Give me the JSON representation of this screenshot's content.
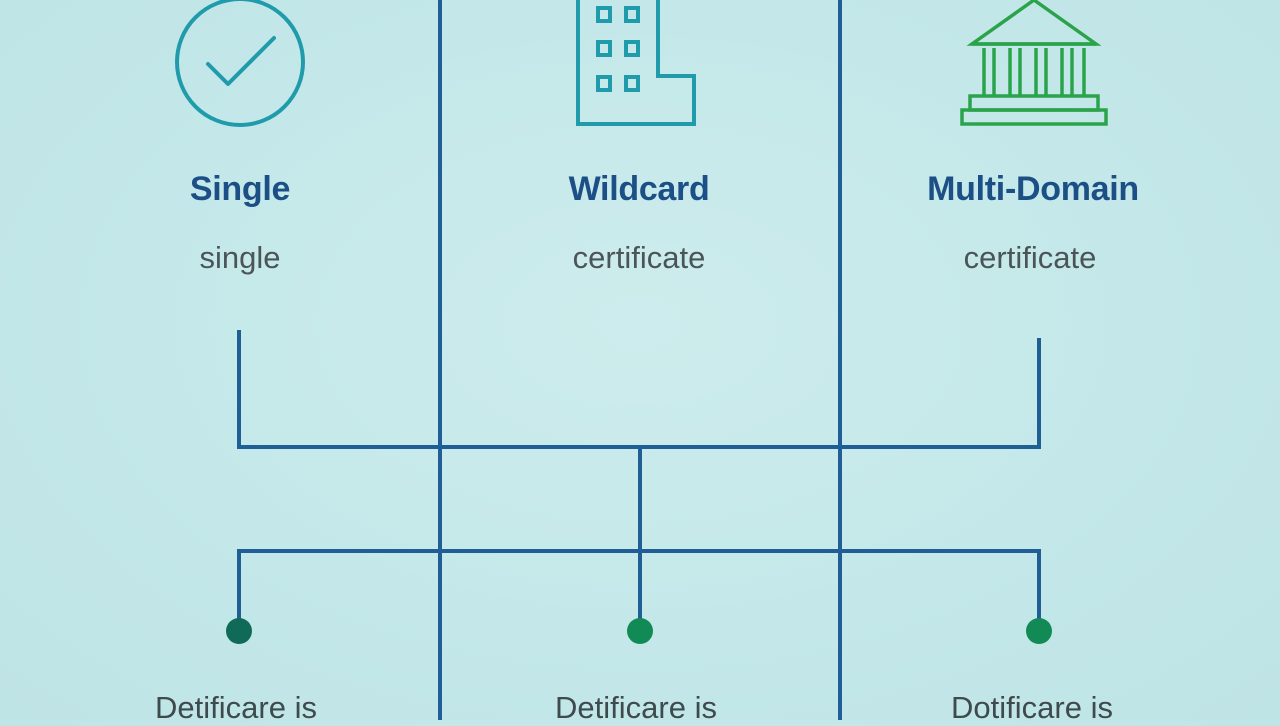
{
  "colors": {
    "background": "#c6e9ea",
    "line": "#1f5f96",
    "title": "#1c4f86",
    "subtitle": "#4b5558",
    "icon_teal": "#1f9bab",
    "icon_green": "#2aa34a",
    "dot_dark": "#0f6b57",
    "dot_green": "#128a55"
  },
  "columns": [
    {
      "icon": "circle-check-icon",
      "title": "Single",
      "subtitle": "single",
      "bottom_label": "Detificare is"
    },
    {
      "icon": "building-icon",
      "title": "Wildcard",
      "subtitle": "certificate",
      "bottom_label": "Detificare is"
    },
    {
      "icon": "bank-icon",
      "title": "Multi-Domain",
      "subtitle": "certificate",
      "bottom_label": "Dotificare is"
    }
  ]
}
